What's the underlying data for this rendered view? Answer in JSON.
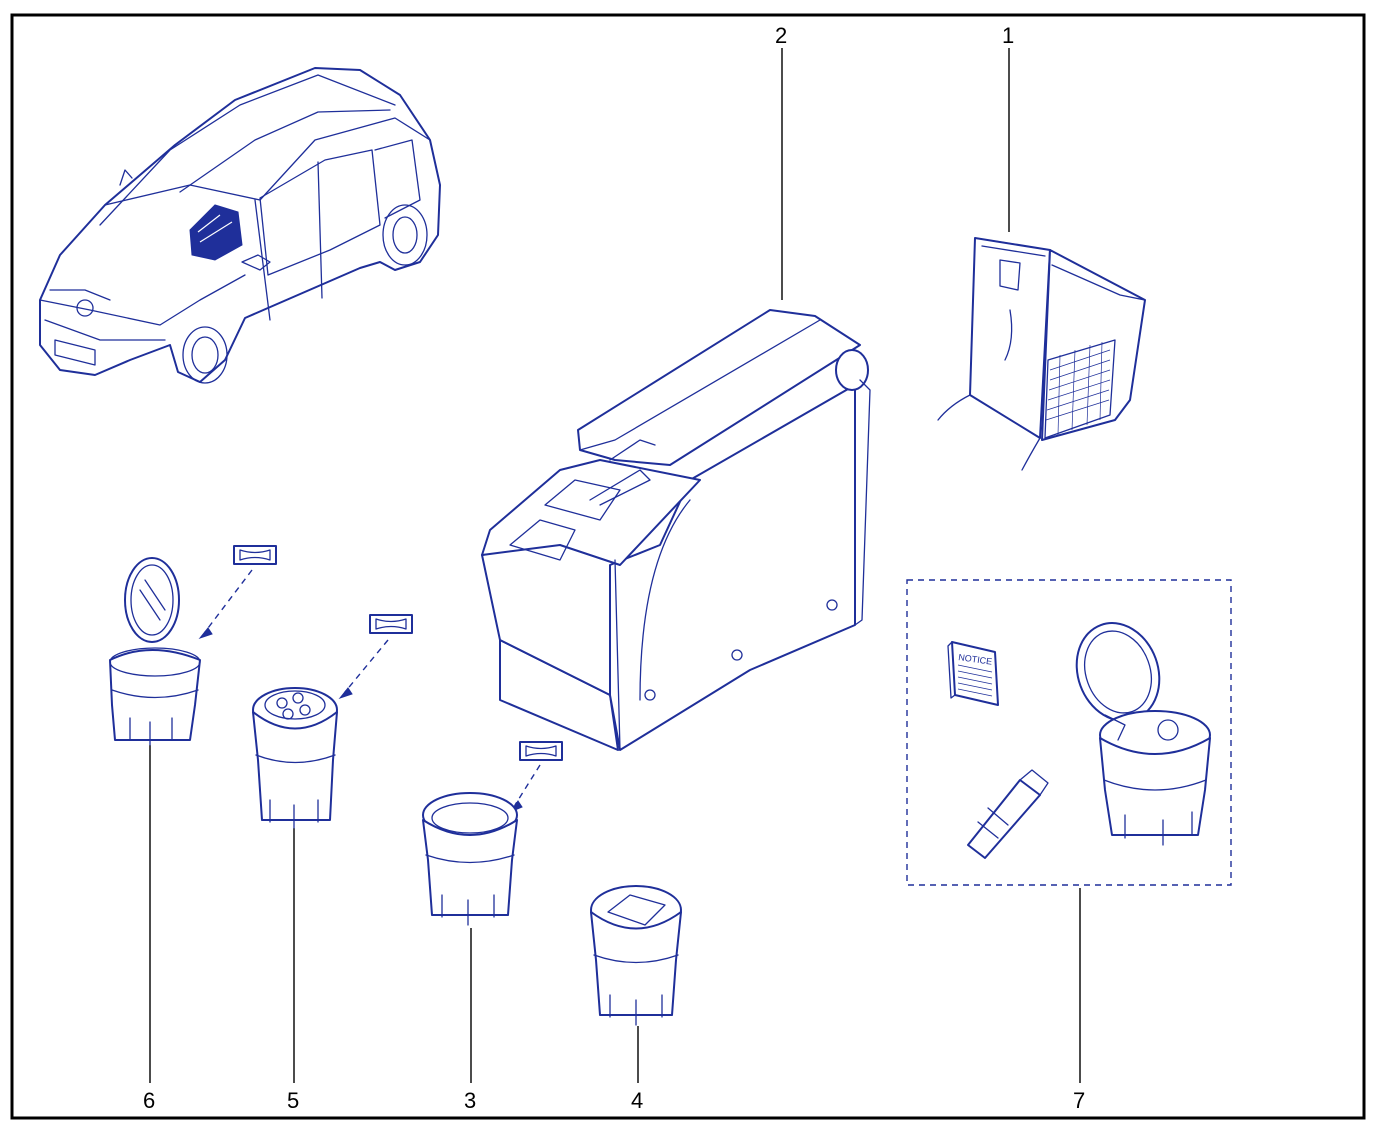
{
  "callouts": [
    {
      "id": "1",
      "label": "1"
    },
    {
      "id": "2",
      "label": "2"
    },
    {
      "id": "3",
      "label": "3"
    },
    {
      "id": "4",
      "label": "4"
    },
    {
      "id": "5",
      "label": "5"
    },
    {
      "id": "6",
      "label": "6"
    },
    {
      "id": "7",
      "label": "7"
    }
  ],
  "kit_notice_label": "NOTICE",
  "colors": {
    "line": "#1f2f9a",
    "leader": "#000000",
    "frame": "#000000"
  }
}
